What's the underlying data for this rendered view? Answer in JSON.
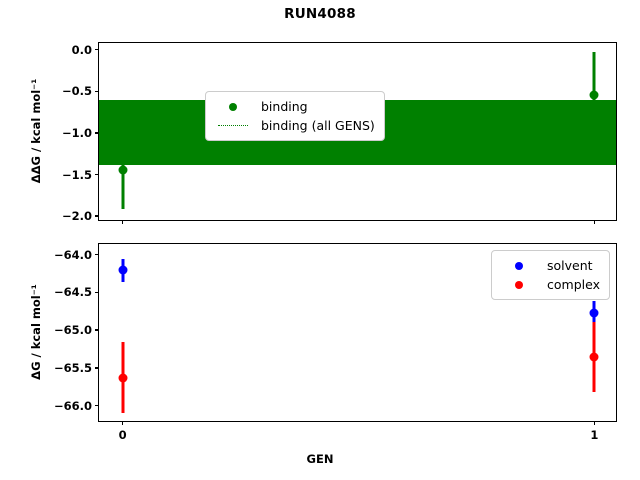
{
  "figure": {
    "title": "RUN4088",
    "xlabel": "GEN",
    "xticklabels": [
      "0",
      "1"
    ]
  },
  "panels": {
    "top": {
      "ylabel": "ΔΔG / kcal mol⁻¹",
      "yticklabels": [
        "0.0",
        "−0.5",
        "−1.0",
        "−1.5",
        "−2.0"
      ],
      "legend": [
        {
          "label": "binding",
          "key": "dot",
          "color": "#008000"
        },
        {
          "label": "binding (all GENS)",
          "key": "dotted-line",
          "color": "#008000"
        }
      ]
    },
    "bottom": {
      "ylabel": "ΔG / kcal mol⁻¹",
      "yticklabels": [
        "−64.0",
        "−64.5",
        "−65.0",
        "−65.5",
        "−66.0"
      ],
      "legend": [
        {
          "label": "solvent",
          "key": "dot",
          "color": "#0000ff"
        },
        {
          "label": "complex",
          "key": "dot",
          "color": "#ff0000"
        }
      ]
    }
  },
  "chart_data": [
    {
      "type": "scatter",
      "panel": "top",
      "title": "RUN4088",
      "xlabel": "GEN",
      "ylabel": "ΔΔG / kcal mol⁻¹",
      "x": [
        0,
        1
      ],
      "xticks": [
        0,
        1
      ],
      "yticks": [
        0.0,
        -0.5,
        -1.0,
        -1.5,
        -2.0
      ],
      "xlim": [
        -0.05,
        1.05
      ],
      "ylim": [
        -2.07,
        0.08
      ],
      "grid": false,
      "legend_position": "upper left",
      "series": [
        {
          "name": "binding",
          "color": "#008000",
          "marker": "o",
          "values": [
            -1.44,
            -0.54
          ],
          "yerr_low": [
            -1.92,
            -1.05
          ],
          "yerr_high": [
            -0.97,
            -0.03
          ]
        },
        {
          "name": "binding (all GENS)",
          "color": "#008000",
          "style": "dotted-band",
          "band_mean": -0.99,
          "band_low": -1.38,
          "band_high": -0.6
        }
      ]
    },
    {
      "type": "scatter",
      "panel": "bottom",
      "xlabel": "GEN",
      "ylabel": "ΔG / kcal mol⁻¹",
      "x": [
        0,
        1
      ],
      "xticks": [
        0,
        1
      ],
      "yticks": [
        -64.0,
        -64.5,
        -65.0,
        -65.5,
        -66.0
      ],
      "xlim": [
        -0.05,
        1.05
      ],
      "ylim": [
        -66.23,
        -63.86
      ],
      "grid": false,
      "legend_position": "upper right",
      "series": [
        {
          "name": "solvent",
          "color": "#0000ff",
          "marker": "o",
          "values": [
            -64.21,
            -64.78
          ],
          "yerr_low": [
            -64.36,
            -64.96
          ],
          "yerr_high": [
            -64.06,
            -64.61
          ]
        },
        {
          "name": "complex",
          "color": "#ff0000",
          "marker": "o",
          "values": [
            -65.63,
            -65.35
          ],
          "yerr_low": [
            -66.1,
            -65.82
          ],
          "yerr_high": [
            -65.16,
            -64.89
          ]
        }
      ]
    }
  ]
}
